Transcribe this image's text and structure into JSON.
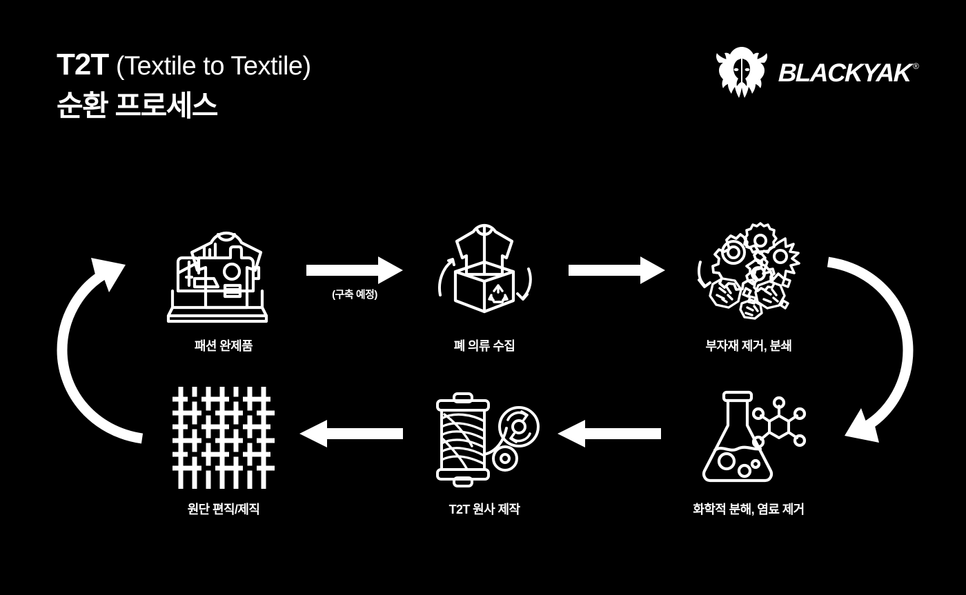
{
  "page": {
    "background_color": "#000000",
    "foreground_color": "#ffffff"
  },
  "header": {
    "title_main": "T2T",
    "title_sub": "(Textile to Textile)",
    "title_line2": "순환 프로세스"
  },
  "logo": {
    "mark": "yak-head-icon",
    "wordmark": "BLACKYAK",
    "registered_symbol": "®"
  },
  "diagram": {
    "type": "cycle-process",
    "nodes": [
      {
        "id": 1,
        "label": "패션 완제품",
        "icon": "sewing-machine-shirt-icon"
      },
      {
        "id": 2,
        "label": "폐 의류 수집",
        "icon": "clothing-recycle-box-icon"
      },
      {
        "id": 3,
        "label": "부자재 제거, 분쇄",
        "icon": "gears-shredded-fabric-icon"
      },
      {
        "id": 4,
        "label": "화학적 분해, 염료 제거",
        "icon": "flask-molecule-icon"
      },
      {
        "id": 5,
        "label": "T2T 원사 제작",
        "icon": "yarn-spool-icon"
      },
      {
        "id": 6,
        "label": "원단 편직/제직",
        "icon": "woven-fabric-icon"
      }
    ],
    "arrows": [
      {
        "id": 1,
        "from": 1,
        "to": 2,
        "direction": "right",
        "note": "(구축 예정)"
      },
      {
        "id": 2,
        "from": 2,
        "to": 3,
        "direction": "right",
        "note": ""
      },
      {
        "id": 3,
        "from": 4,
        "to": 5,
        "direction": "left",
        "note": ""
      },
      {
        "id": 4,
        "from": 5,
        "to": 6,
        "direction": "left",
        "note": ""
      }
    ],
    "curved_arrows": [
      {
        "id": "right",
        "from": 3,
        "to": 4,
        "direction": "down"
      },
      {
        "id": "left",
        "from": 6,
        "to": 1,
        "direction": "up"
      }
    ]
  }
}
